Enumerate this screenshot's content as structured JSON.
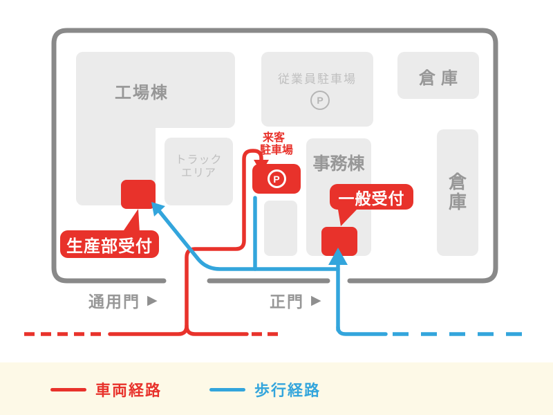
{
  "palette": {
    "red": "#E8322B",
    "blue": "#33A5DC",
    "wall": "#898989",
    "bfill": "#EBEBEB",
    "gdark": "#979797",
    "glight": "#BFBFBF",
    "cream": "#FDF9E7",
    "picon": "#B5B5B5"
  },
  "map": {
    "buildings": {
      "factory": {
        "label": "工場棟"
      },
      "truck_area": {
        "line1": "トラック",
        "line2": "エリア"
      },
      "employee_parking": {
        "label": "従業員駐車場",
        "parking_symbol": "P"
      },
      "warehouse_top": {
        "label": "倉庫"
      },
      "office": {
        "label": "事務棟"
      },
      "warehouse_side": {
        "line1": "倉",
        "line2": "庫"
      }
    },
    "markers": {
      "visitor_parking": {
        "line1": "来客",
        "line2": "駐車場",
        "parking_symbol": "P"
      },
      "production_reception": {
        "label": "生産部受付"
      },
      "general_reception": {
        "label": "一般受付"
      }
    },
    "gates": {
      "side_gate": {
        "label": "通用門",
        "arrow": "▶"
      },
      "main_gate": {
        "label": "正門",
        "arrow": "▶"
      }
    }
  },
  "legend": {
    "vehicle_route": {
      "label": "車両経路"
    },
    "walking_route": {
      "label": "歩行経路"
    }
  }
}
